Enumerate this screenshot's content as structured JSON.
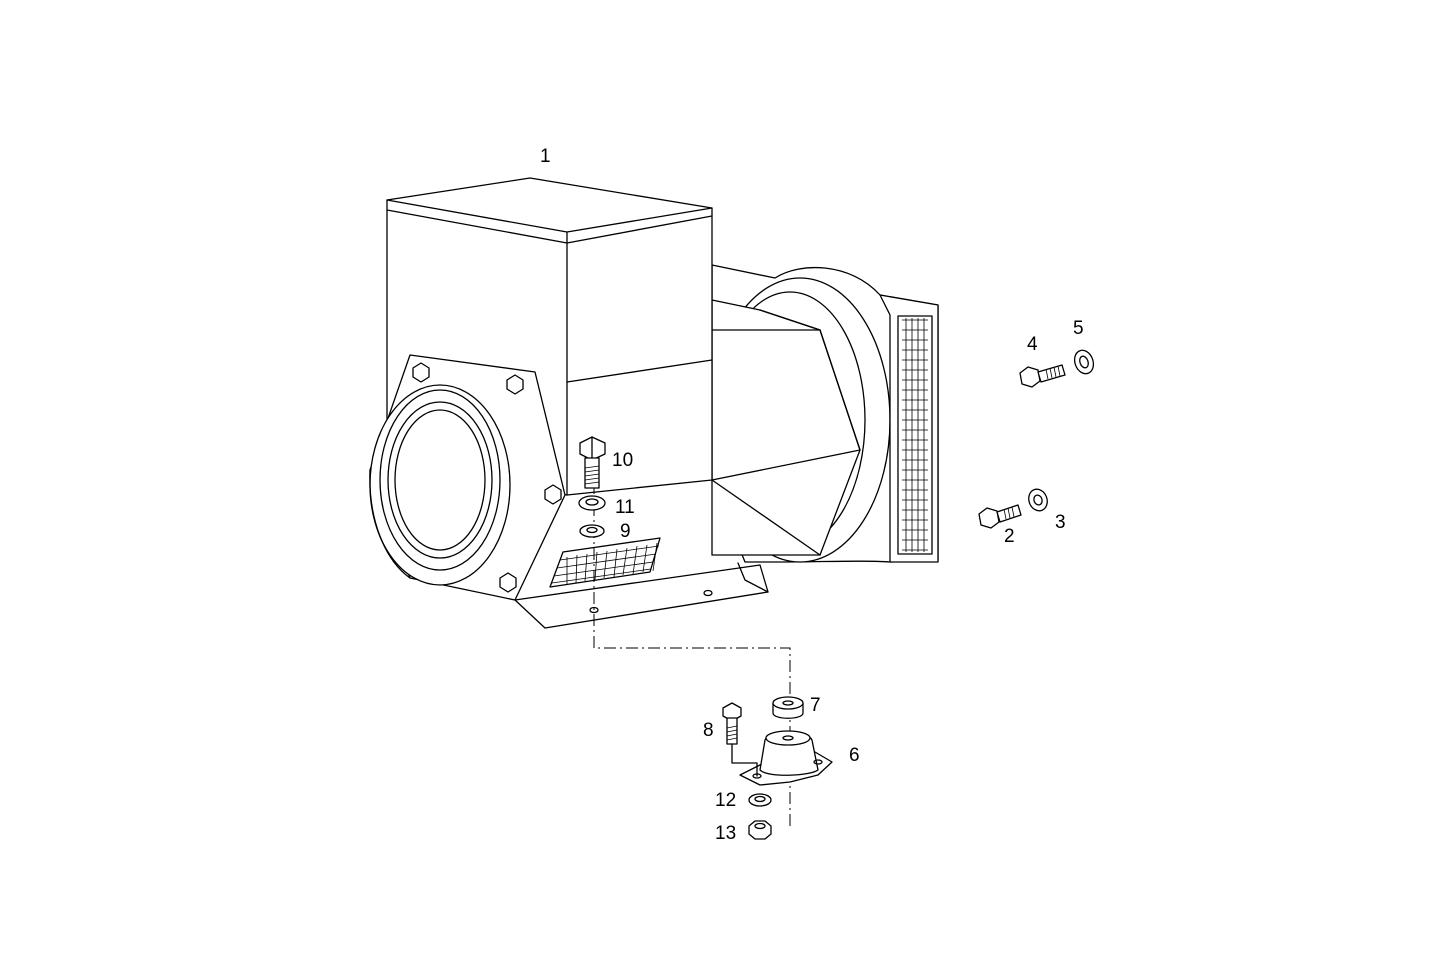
{
  "callouts": [
    {
      "id": "p1",
      "text": "1"
    },
    {
      "id": "p2",
      "text": "2"
    },
    {
      "id": "p3",
      "text": "3"
    },
    {
      "id": "p4",
      "text": "4"
    },
    {
      "id": "p5",
      "text": "5"
    },
    {
      "id": "p6",
      "text": "6"
    },
    {
      "id": "p7",
      "text": "7"
    },
    {
      "id": "p8",
      "text": "8"
    },
    {
      "id": "p9",
      "text": "9"
    },
    {
      "id": "p10",
      "text": "10"
    },
    {
      "id": "p11",
      "text": "11"
    },
    {
      "id": "p12",
      "text": "12"
    },
    {
      "id": "p13",
      "text": "13"
    }
  ],
  "parts": {
    "alternator": "alternator-housing",
    "mount": "anti-vibration-mount",
    "fasteners": [
      "hex-bolt",
      "washer",
      "hex-nut"
    ]
  }
}
